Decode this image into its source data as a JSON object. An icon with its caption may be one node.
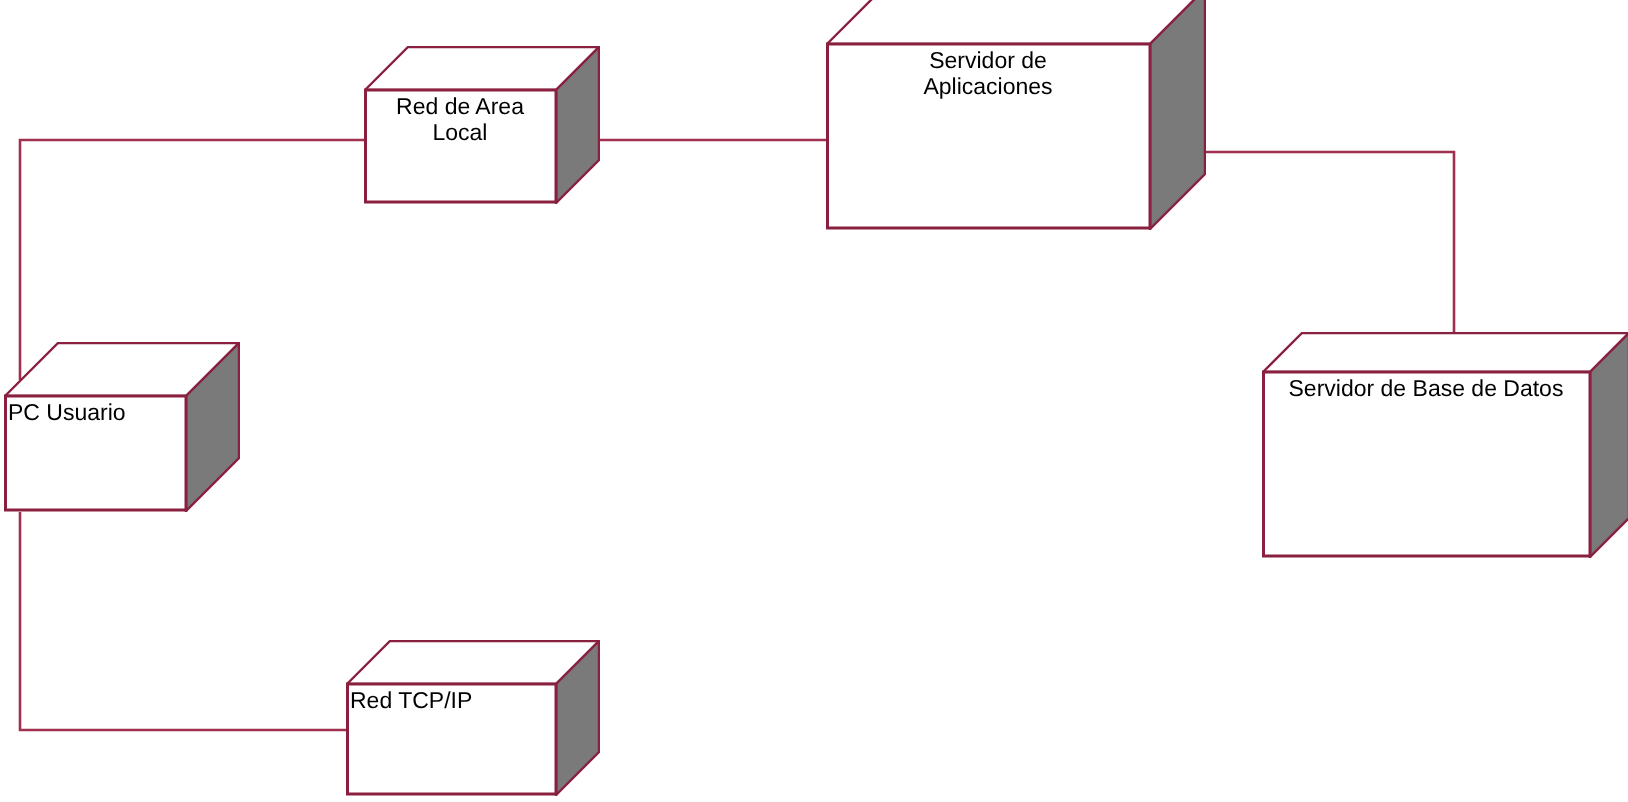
{
  "diagram": {
    "nodes": [
      {
        "text": [
          "Red de Area Local"
        ]
      },
      {
        "text": [
          "Servidor de Aplicaciones"
        ]
      },
      {
        "text": [
          "PC Usuario"
        ]
      },
      {
        "text": [
          "Servidor de Base de Datos"
        ]
      },
      {
        "text": [
          "Red TCP/IP"
        ]
      }
    ],
    "edges": [
      {
        "from": 2,
        "to": 0,
        "arrow": "none"
      },
      {
        "from": 0,
        "to": 1,
        "arrow": "none"
      },
      {
        "from": 1,
        "to": 3,
        "arrow": "none"
      },
      {
        "from": 2,
        "to": 4,
        "arrow": "none"
      }
    ]
  }
}
